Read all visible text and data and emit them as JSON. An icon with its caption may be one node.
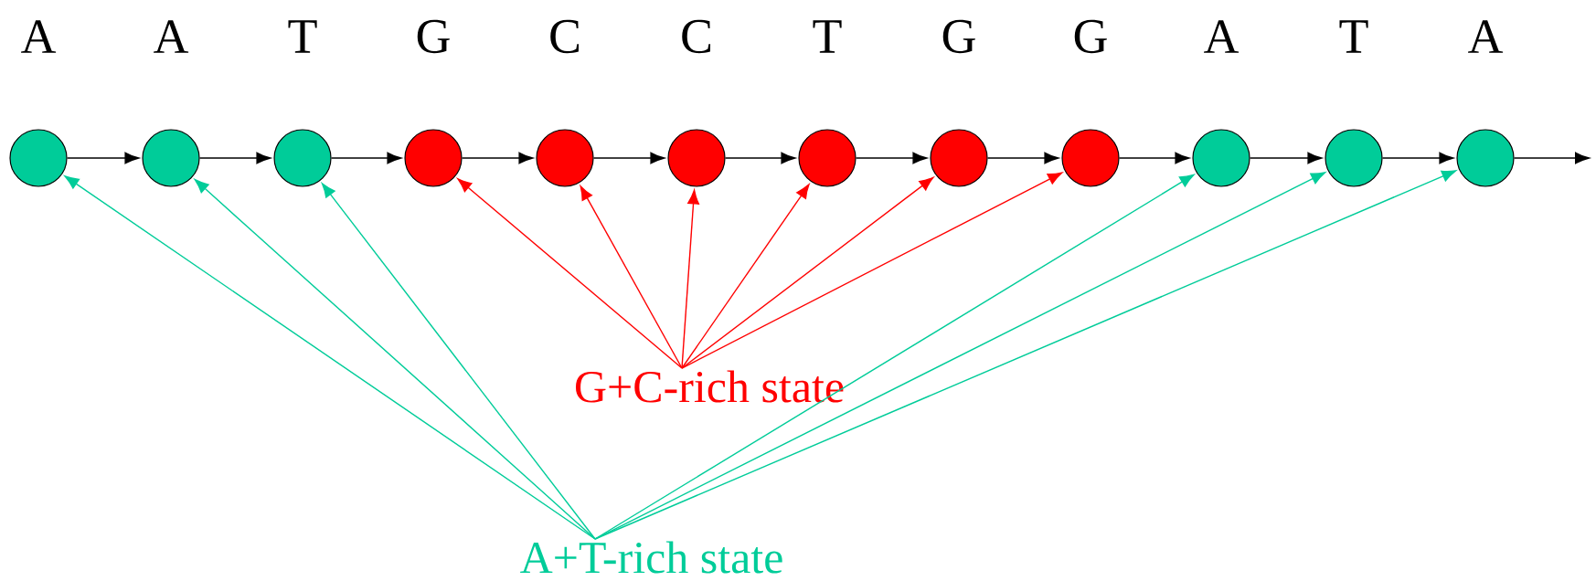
{
  "diagram": {
    "nodes": [
      {
        "text": [],
        "shape": "circle",
        "beside": [
          "A"
        ]
      },
      {
        "text": [],
        "shape": "circle",
        "beside": [
          "A"
        ]
      },
      {
        "text": [],
        "shape": "circle",
        "beside": [
          "T"
        ]
      },
      {
        "text": [],
        "shape": "circle",
        "beside": [
          "G"
        ]
      },
      {
        "text": [],
        "shape": "circle",
        "beside": [
          "C"
        ]
      },
      {
        "text": [],
        "shape": "circle",
        "beside": [
          "C"
        ]
      },
      {
        "text": [],
        "shape": "circle",
        "beside": [
          "T"
        ]
      },
      {
        "text": [],
        "shape": "circle",
        "beside": [
          "G"
        ]
      },
      {
        "text": [],
        "shape": "circle",
        "beside": [
          "G"
        ]
      },
      {
        "text": [],
        "shape": "circle",
        "beside": [
          "A"
        ]
      },
      {
        "text": [],
        "shape": "circle",
        "beside": [
          "T"
        ]
      },
      {
        "text": [],
        "shape": "circle",
        "beside": [
          "A"
        ]
      },
      {
        "text": [
          "G+C-rich state"
        ]
      },
      {
        "text": [
          "A+T-rich state"
        ]
      }
    ],
    "edges": [
      {
        "from": 0,
        "to": 1,
        "arrow": "to"
      },
      {
        "from": 1,
        "to": 2,
        "arrow": "to"
      },
      {
        "from": 2,
        "to": 3,
        "arrow": "to"
      },
      {
        "from": 3,
        "to": 4,
        "arrow": "to"
      },
      {
        "from": 4,
        "to": 5,
        "arrow": "to"
      },
      {
        "from": 5,
        "to": 6,
        "arrow": "to"
      },
      {
        "from": 6,
        "to": 7,
        "arrow": "to"
      },
      {
        "from": 7,
        "to": 8,
        "arrow": "to"
      },
      {
        "from": 8,
        "to": 9,
        "arrow": "to"
      },
      {
        "from": 9,
        "to": 10,
        "arrow": "to"
      },
      {
        "from": 10,
        "to": 11,
        "arrow": "to"
      },
      {
        "from": 11,
        "to": null,
        "arrow": "to"
      },
      {
        "from": 12,
        "to": 3,
        "arrow": "to",
        "color": "#ff0000"
      },
      {
        "from": 12,
        "to": 4,
        "arrow": "to",
        "color": "#ff0000"
      },
      {
        "from": 12,
        "to": 5,
        "arrow": "to",
        "color": "#ff0000"
      },
      {
        "from": 12,
        "to": 6,
        "arrow": "to",
        "color": "#ff0000"
      },
      {
        "from": 12,
        "to": 7,
        "arrow": "to",
        "color": "#ff0000"
      },
      {
        "from": 12,
        "to": 8,
        "arrow": "to",
        "color": "#ff0000"
      },
      {
        "from": 13,
        "to": 0,
        "arrow": "to",
        "color": "#00cc99"
      },
      {
        "from": 13,
        "to": 1,
        "arrow": "to",
        "color": "#00cc99"
      },
      {
        "from": 13,
        "to": 2,
        "arrow": "to",
        "color": "#00cc99"
      },
      {
        "from": 13,
        "to": 9,
        "arrow": "to",
        "color": "#00cc99"
      },
      {
        "from": 13,
        "to": 10,
        "arrow": "to",
        "color": "#00cc99"
      },
      {
        "from": 13,
        "to": 11,
        "arrow": "to",
        "color": "#00cc99"
      }
    ]
  }
}
